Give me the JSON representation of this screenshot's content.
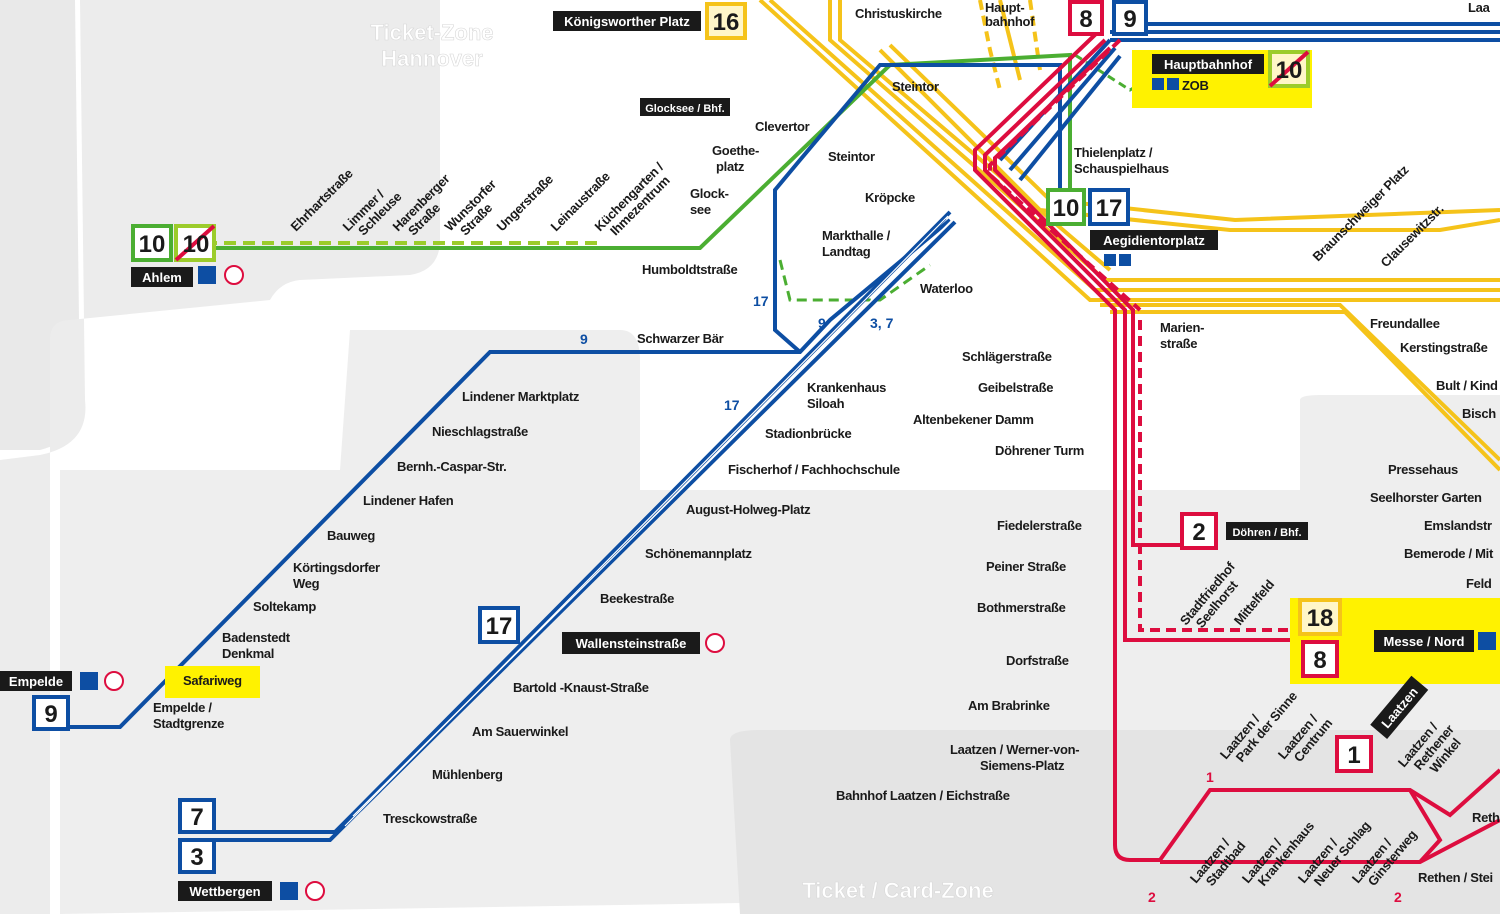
{
  "zones": {
    "hannover_1": "Ticket-Zone",
    "hannover_2": "Hannover",
    "card_1": "Ticket / Card-Zone"
  },
  "lines": {
    "l10": "10",
    "l9": "9",
    "l8": "8",
    "l17": "17",
    "l16": "16",
    "l7": "7",
    "l3": "3",
    "l2": "2",
    "l1": "1",
    "l18": "18",
    "l37": "3, 7",
    "lsmall1": "1",
    "lsmall2": "2"
  },
  "terminals": {
    "ahlem": "Ahlem",
    "empelde": "Empelde",
    "wettbergen": "Wettbergen",
    "wallenstein": "Wallensteinstraße",
    "messe": "Messe / Nord",
    "hbf": "Hauptbahnhof",
    "zob": "ZOB",
    "aegidien": "Aegidientorplatz",
    "koenigsworther": "Königsworther Platz",
    "glocksee_bf": "Glocksee / Bhf.",
    "doehren_bf": "Döhren / Bhf.",
    "laatzen": "Laatzen"
  },
  "stations": {
    "christuskirche": "Christuskirche",
    "hauptbahnhof_1": "Haupt-",
    "hauptbahnhof_2": "bahnhof",
    "steintor_a": "Steintor",
    "steintor_b": "Steintor",
    "clevertor": "Clevertor",
    "goetheplatz_1": "Goethe-",
    "goetheplatz_2": "platz",
    "glocksee_1": "Glock-",
    "glocksee_2": "see",
    "thielenplatz_1": "Thielenplatz /",
    "thielenplatz_2": "Schauspielhaus",
    "kroepcke": "Kröpcke",
    "markthalle_1": "Markthalle /",
    "markthalle_2": "Landtag",
    "humboldt": "Humboldtstraße",
    "waterloo": "Waterloo",
    "schwarzer_baer": "Schwarzer Bär",
    "ehrhart": "Ehrhartstraße",
    "linmer_1": "Limmer /",
    "linmer_2": "Schleuse",
    "harenberger_1": "Harenberger",
    "harenberger_2": "Straße",
    "wunstorfer_1": "Wunstorfer",
    "wunstorfer_2": "Straße",
    "ungerstr": "Ungerstraße",
    "leinaustr": "Leinaustraße",
    "kuechengarten_1": "Küchengarten /",
    "kuechengarten_2": "Ihmezentrum",
    "lindener_markt": "Lindener Marktplatz",
    "nieschlag": "Nieschlagstraße",
    "bernh": "Bernh.-Caspar-Str.",
    "lindener_hafen": "Lindener Hafen",
    "bauweg": "Bauweg",
    "koertingsdorfer_1": "Körtingsdorfer",
    "koertingsdorfer_2": "Weg",
    "soltekamp": "Soltekamp",
    "badenstedt_1": "Badenstedt",
    "badenstedt_2": "Denkmal",
    "safariweg": "Safariweg",
    "empelde_stadt_1": "Empelde /",
    "empelde_stadt_2": "Stadtgrenze",
    "krankenhaus_1": "Krankenhaus",
    "krankenhaus_2": "Siloah",
    "stadionbruecke": "Stadionbrücke",
    "fischerhof": "Fischerhof / Fachhochschule",
    "august": "August-Holweg-Platz",
    "schoenemann": "Schönemannplatz",
    "beekestr": "Beekestraße",
    "bartold": "Bartold -Knaust-Straße",
    "sauerwinkel": "Am Sauerwinkel",
    "muehlenberg": "Mühlenberg",
    "tresckow": "Tresckowstraße",
    "marienstr_1": "Marien-",
    "marienstr_2": "straße",
    "schlaeger": "Schlägerstraße",
    "geibel": "Geibelstraße",
    "altenbekener": "Altenbekener Damm",
    "doehrener_turm": "Döhrener Turm",
    "fiedeler": "Fiedelerstraße",
    "peiner": "Peiner Straße",
    "bothmer": "Bothmerstraße",
    "dorfstr": "Dorfstraße",
    "brabrinke": "Am Brabrinke",
    "werner_1": "Laatzen / Werner-von-",
    "werner_2": "Siemens-Platz",
    "bf_laatzen": "Bahnhof Laatzen / Eichstraße",
    "stadtfriedhof_1": "Stadtfriedhof",
    "stadtfriedhof_2": "Seelhorst",
    "mittelfeld": "Mittelfeld",
    "braunschweiger": "Braunschweiger Platz",
    "clausewitz": "Clausewitzstr.",
    "freundallee": "Freundallee",
    "kerstingstr": "Kerstingstraße",
    "bult": "Bult / Kind",
    "bisch": "Bisch",
    "pressehaus": "Pressehaus",
    "seelhorster": "Seelhorster Garten",
    "emslandstr": "Emslandstr",
    "bemerode": "Bemerode / Mit",
    "feld": "Feld",
    "park_sinne_1": "Laatzen /",
    "park_sinne_2": "Park der Sinne",
    "centrum_1": "Laatzen /",
    "centrum_2": "Centrum",
    "rethener_1": "Laatzen /",
    "rethener_2": "Rethener",
    "rethener_3": "Winkel",
    "stadtbad_1": "Laatzen /",
    "stadtbad_2": "Stadtbad",
    "krankenhaus_l_1": "Laatzen /",
    "krankenhaus_l_2": "Krankenhaus",
    "neuer_schlag_1": "Laatzen /",
    "neuer_schlag_2": "Neuer Schlag",
    "ginsterweg_1": "Laatzen /",
    "ginsterweg_2": "Ginsterweg",
    "rethen_stei": "Rethen / Stei",
    "reth": "Reth",
    "laa_top": "Laa"
  },
  "colors": {
    "blue": "#0d4ea3",
    "red": "#dd0d3f",
    "yellow": "#f5c31a",
    "green": "#4bae32",
    "green_dashed": "#9ccc2b",
    "zone_grey": "#e9e9e9",
    "highlight": "#fff200"
  }
}
